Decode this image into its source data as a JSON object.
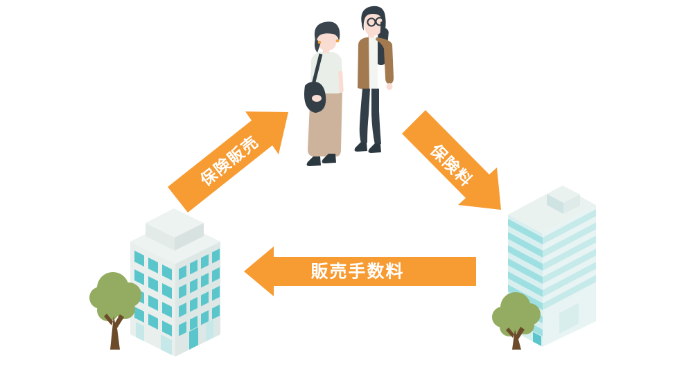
{
  "diagram": {
    "background": "#ffffff",
    "arrows": [
      {
        "id": "insurance-sales",
        "label": "保険販売",
        "from": "left-building",
        "to": "customers"
      },
      {
        "id": "insurance-premium",
        "label": "保険料",
        "from": "customers",
        "to": "right-building"
      },
      {
        "id": "sales-commission",
        "label": "販売手数料",
        "from": "right-building",
        "to": "left-building"
      }
    ],
    "entities": [
      {
        "id": "customers",
        "icon": "couple-icon"
      },
      {
        "id": "left-building",
        "icon": "office-building-icon"
      },
      {
        "id": "right-building",
        "icon": "striped-office-tower-icon"
      }
    ],
    "colors": {
      "arrow": "#f79b33",
      "arrow_label": "#ffffff",
      "window_teal": "#5ac6cc",
      "stripe_teal": "#9edfe2",
      "stripe_teal_light": "#c6eaea",
      "building_light": "#edf3f1",
      "foliage_green": "#93ac61",
      "trunk_brown": "#6c4b2b",
      "skin": "#f9dcd2",
      "hair_dark": "#3a454e",
      "jacket_brown": "#a37a50",
      "skirt_beige": "#cdb39c"
    }
  }
}
